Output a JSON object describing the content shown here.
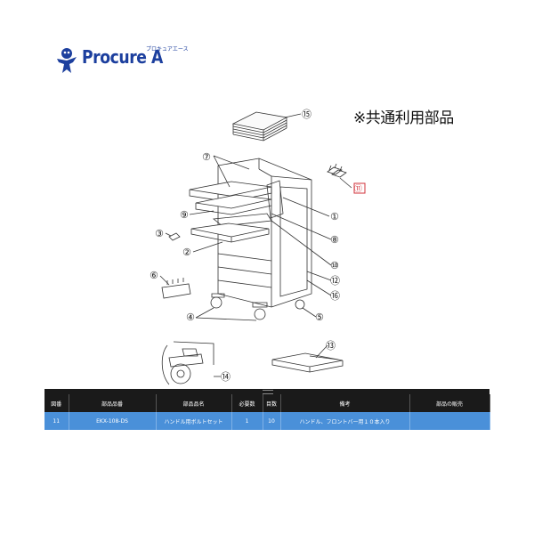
{
  "logo": {
    "brand": "Procure A",
    "kana": "プロキュアエース"
  },
  "common_note": "※共通利用部品",
  "callouts": [
    "⑮",
    "⑦",
    "⑨",
    "③",
    "②",
    "⑥",
    "④",
    "⑭",
    "①",
    "⑧",
    "⑩",
    "⑫",
    "⑯",
    "⑤",
    "⑬",
    "⑪"
  ],
  "table": {
    "headers": [
      "図番",
      "部品品番",
      "部品品名",
      "必要数",
      "目数",
      "備考",
      "部品の販売"
    ],
    "rows": [
      [
        "11",
        "EKX-108-DS",
        "ハンドル用ボルトセット",
        "1",
        "10",
        "ハンドル、フロントバー用１０本入り",
        ""
      ]
    ]
  },
  "colors": {
    "brand_blue": "#1c3f9e",
    "highlight_red": "#d0303a",
    "row_blue": "#4a90d9",
    "header_black": "#1a1a1a"
  }
}
